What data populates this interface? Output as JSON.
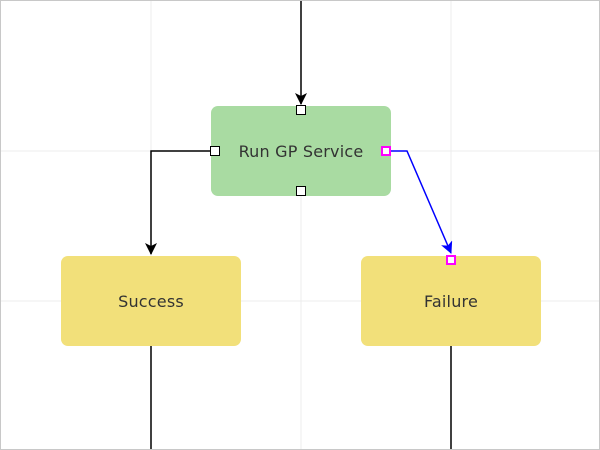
{
  "diagram": {
    "nodes": [
      {
        "id": "run",
        "label": "Run GP Service",
        "color": "#a9dba2"
      },
      {
        "id": "success",
        "label": "Success",
        "color": "#f2e07a"
      },
      {
        "id": "failure",
        "label": "Failure",
        "color": "#f2e07a"
      }
    ],
    "edges": [
      {
        "from": "incoming",
        "to": "run",
        "color": "#000000",
        "arrow": true
      },
      {
        "from": "run",
        "to": "success",
        "color": "#000000",
        "arrow": true
      },
      {
        "from": "run",
        "to": "failure",
        "color": "#0000ff",
        "arrow": true,
        "selected": true
      },
      {
        "from": "success",
        "to": "outgoing",
        "color": "#000000",
        "arrow": false
      },
      {
        "from": "failure",
        "to": "outgoing",
        "color": "#000000",
        "arrow": false
      }
    ],
    "selection_color": "#ff00ff",
    "grid": true
  }
}
